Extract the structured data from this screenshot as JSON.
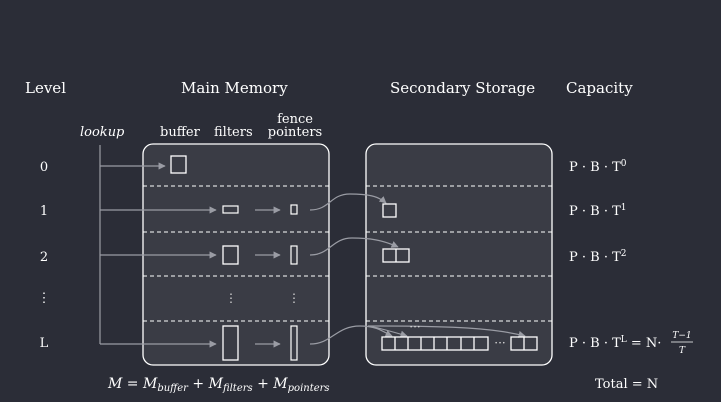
{
  "headers": {
    "level": "Level",
    "main_memory": "Main Memory",
    "secondary_storage": "Secondary Storage",
    "capacity": "Capacity"
  },
  "sub_headers": {
    "lookup": "lookup",
    "buffer": "buffer",
    "filters": "filters",
    "fence_line1": "fence",
    "fence_line2": "pointers"
  },
  "levels": [
    "0",
    "1",
    "2",
    "⋮",
    "L"
  ],
  "capacities": {
    "c0": "P · B · T",
    "c0_exp": "0",
    "c1": "P · B · T",
    "c1_exp": "1",
    "c2": "P · B · T",
    "c2_exp": "2",
    "cL": "P · B · T",
    "cL_exp": "L",
    "cL_eq": " = N·",
    "cL_num": "T−1",
    "cL_den": "T",
    "total": "Total = N"
  },
  "vdots": "⋮",
  "hdots": "···",
  "equation": {
    "M": "M",
    "eq": " = ",
    "m1": "M",
    "s1": "buffer",
    "plus1": " + ",
    "m2": "M",
    "s2": "filters",
    "plus2": " + ",
    "m3": "M",
    "s3": "pointers"
  },
  "colors": {
    "background": "#2b2d37",
    "panel": "#3a3c45",
    "stroke": "#ffffff",
    "arrow": "#9a9ca4"
  }
}
